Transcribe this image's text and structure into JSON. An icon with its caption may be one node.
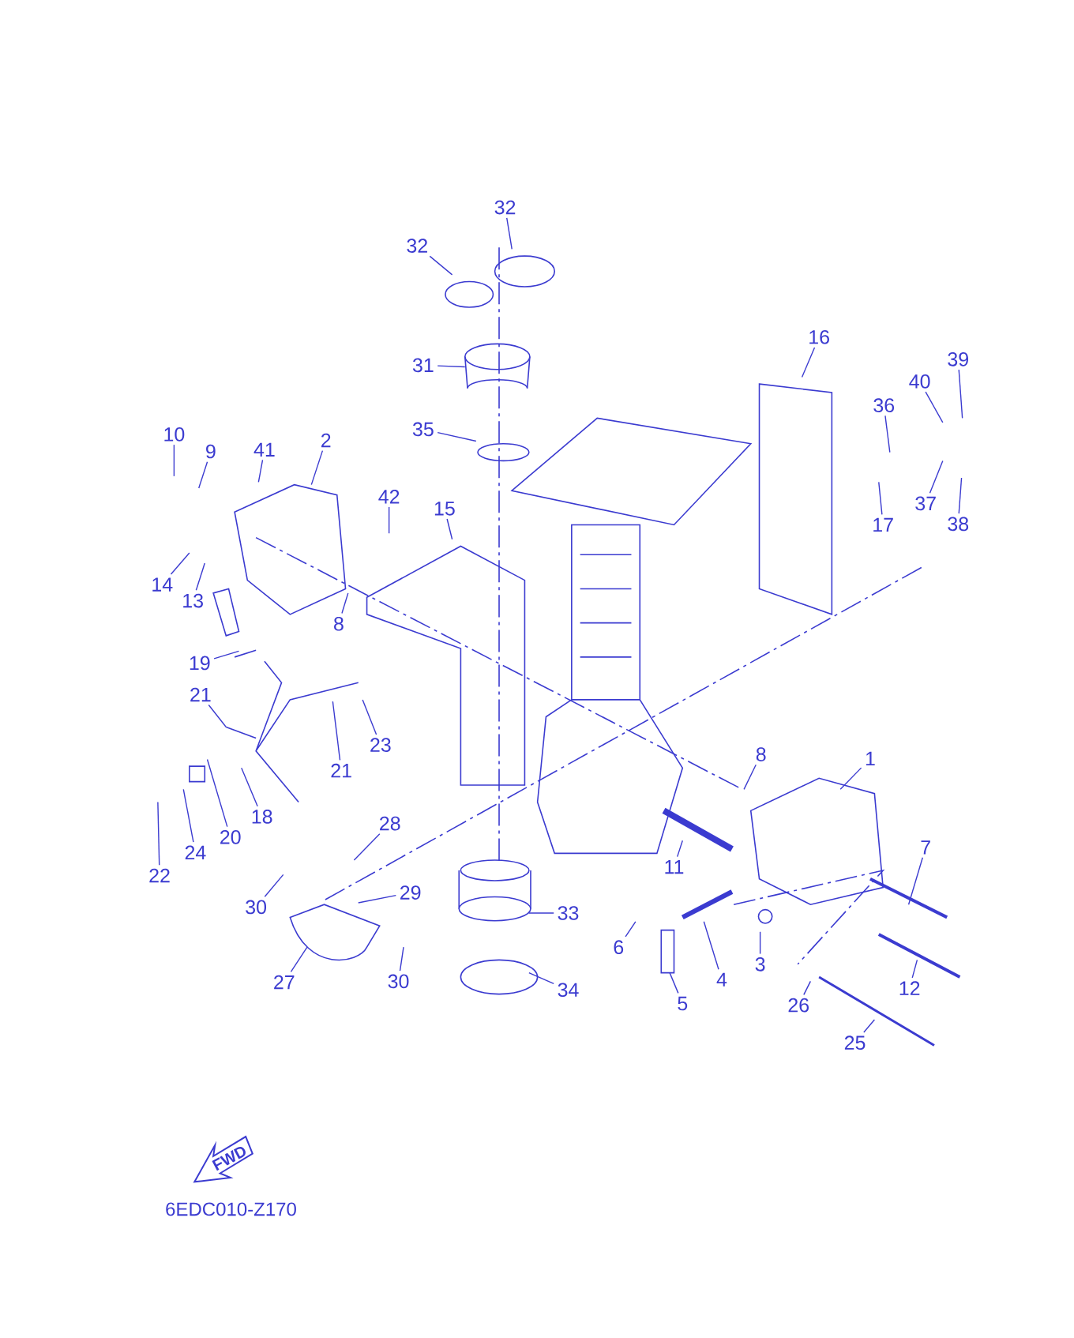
{
  "diagram": {
    "nodes": [
      {
        "text": [
          "32"
        ]
      },
      {
        "text": [
          "32"
        ]
      },
      {
        "text": [
          "31"
        ]
      },
      {
        "text": [
          "35"
        ]
      },
      {
        "text": [
          "16"
        ]
      },
      {
        "text": [
          "39"
        ]
      },
      {
        "text": [
          "40"
        ]
      },
      {
        "text": [
          "36"
        ]
      },
      {
        "text": [
          "37"
        ]
      },
      {
        "text": [
          "38"
        ]
      },
      {
        "text": [
          "17"
        ]
      },
      {
        "text": [
          "10"
        ]
      },
      {
        "text": [
          "9"
        ]
      },
      {
        "text": [
          "41"
        ]
      },
      {
        "text": [
          "2"
        ]
      },
      {
        "text": [
          "42"
        ]
      },
      {
        "text": [
          "15"
        ]
      },
      {
        "text": [
          "14"
        ]
      },
      {
        "text": [
          "13"
        ]
      },
      {
        "text": [
          "8"
        ]
      },
      {
        "text": [
          "19"
        ]
      },
      {
        "text": [
          "21"
        ]
      },
      {
        "text": [
          "23"
        ]
      },
      {
        "text": [
          "21"
        ]
      },
      {
        "text": [
          "18"
        ]
      },
      {
        "text": [
          "20"
        ]
      },
      {
        "text": [
          "24"
        ]
      },
      {
        "text": [
          "22"
        ]
      },
      {
        "text": [
          "28"
        ]
      },
      {
        "text": [
          "30"
        ]
      },
      {
        "text": [
          "29"
        ]
      },
      {
        "text": [
          "27"
        ]
      },
      {
        "text": [
          "30"
        ]
      },
      {
        "text": [
          "33"
        ]
      },
      {
        "text": [
          "34"
        ]
      },
      {
        "text": [
          "8"
        ]
      },
      {
        "text": [
          "1"
        ]
      },
      {
        "text": [
          "7"
        ]
      },
      {
        "text": [
          "11"
        ]
      },
      {
        "text": [
          "6"
        ]
      },
      {
        "text": [
          "4"
        ]
      },
      {
        "text": [
          "3"
        ]
      },
      {
        "text": [
          "5"
        ]
      },
      {
        "text": [
          "26"
        ]
      },
      {
        "text": [
          "12"
        ]
      },
      {
        "text": [
          "25"
        ]
      }
    ],
    "edges": [
      {
        "from": 0,
        "to": null,
        "arrow": "none"
      },
      {
        "from": 1,
        "to": null,
        "arrow": "none"
      },
      {
        "from": 2,
        "to": null,
        "arrow": "none"
      },
      {
        "from": 3,
        "to": null,
        "arrow": "none"
      },
      {
        "from": 4,
        "to": null,
        "arrow": "none"
      },
      {
        "from": 5,
        "to": null,
        "arrow": "none"
      },
      {
        "from": 6,
        "to": null,
        "arrow": "none"
      },
      {
        "from": 7,
        "to": null,
        "arrow": "none"
      },
      {
        "from": 8,
        "to": null,
        "arrow": "none"
      },
      {
        "from": 9,
        "to": null,
        "arrow": "none"
      },
      {
        "from": 10,
        "to": null,
        "arrow": "none"
      },
      {
        "from": 11,
        "to": null,
        "arrow": "none"
      },
      {
        "from": 12,
        "to": null,
        "arrow": "none"
      },
      {
        "from": 13,
        "to": null,
        "arrow": "none"
      },
      {
        "from": 14,
        "to": null,
        "arrow": "none"
      },
      {
        "from": 15,
        "to": null,
        "arrow": "none"
      },
      {
        "from": 16,
        "to": null,
        "arrow": "none"
      },
      {
        "from": 17,
        "to": null,
        "arrow": "none"
      },
      {
        "from": 18,
        "to": null,
        "arrow": "none"
      },
      {
        "from": 19,
        "to": null,
        "arrow": "none"
      },
      {
        "from": 20,
        "to": null,
        "arrow": "none"
      },
      {
        "from": 21,
        "to": null,
        "arrow": "none"
      },
      {
        "from": 22,
        "to": null,
        "arrow": "none"
      },
      {
        "from": 23,
        "to": null,
        "arrow": "none"
      },
      {
        "from": 24,
        "to": null,
        "arrow": "none"
      },
      {
        "from": 25,
        "to": null,
        "arrow": "none"
      },
      {
        "from": 26,
        "to": null,
        "arrow": "none"
      },
      {
        "from": 27,
        "to": null,
        "arrow": "none"
      },
      {
        "from": 28,
        "to": null,
        "arrow": "none"
      },
      {
        "from": 29,
        "to": null,
        "arrow": "none"
      },
      {
        "from": 30,
        "to": null,
        "arrow": "none"
      },
      {
        "from": 31,
        "to": null,
        "arrow": "none"
      },
      {
        "from": 32,
        "to": null,
        "arrow": "none"
      },
      {
        "from": 33,
        "to": null,
        "arrow": "none"
      },
      {
        "from": 34,
        "to": null,
        "arrow": "none"
      },
      {
        "from": 35,
        "to": null,
        "arrow": "none"
      },
      {
        "from": 36,
        "to": null,
        "arrow": "none"
      },
      {
        "from": 37,
        "to": null,
        "arrow": "none"
      },
      {
        "from": 38,
        "to": null,
        "arrow": "none"
      },
      {
        "from": 39,
        "to": null,
        "arrow": "none"
      },
      {
        "from": 40,
        "to": null,
        "arrow": "none"
      },
      {
        "from": 41,
        "to": null,
        "arrow": "none"
      },
      {
        "from": 42,
        "to": null,
        "arrow": "none"
      },
      {
        "from": 43,
        "to": null,
        "arrow": "none"
      },
      {
        "from": 44,
        "to": null,
        "arrow": "none"
      },
      {
        "from": 45,
        "to": null,
        "arrow": "none"
      }
    ],
    "labels": [
      "FWD",
      "6EDC010-Z170"
    ]
  }
}
